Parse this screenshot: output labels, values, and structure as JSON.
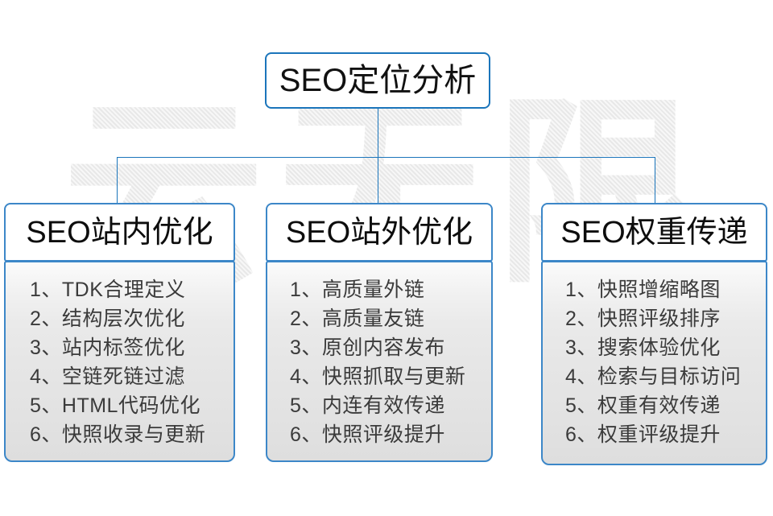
{
  "watermark": {
    "text": "云无限"
  },
  "root": {
    "title": "SEO定位分析"
  },
  "columns": [
    {
      "title": "SEO站内优化",
      "items": [
        "1、TDK合理定义",
        "2、结构层次优化",
        "3、站内标签优化",
        "4、空链死链过滤",
        "5、HTML代码优化",
        "6、快照收录与更新"
      ]
    },
    {
      "title": "SEO站外优化",
      "items": [
        "1、高质量外链",
        "2、高质量友链",
        "3、原创内容发布",
        "4、快照抓取与更新",
        "5、内连有效传递",
        "6、快照评级提升"
      ]
    },
    {
      "title": "SEO权重传递",
      "items": [
        "1、快照增缩略图",
        "2、快照评级排序",
        "3、搜索体验优化",
        "4、检索与目标访问",
        "5、权重有效传递",
        "6、权重评级提升"
      ]
    }
  ],
  "colors": {
    "connector": "#1b75bb",
    "root_border": "#1b75bb",
    "column_border": "#3c87c8",
    "title_text": "#0d0d0d",
    "list_text": "#3b3b3b",
    "canvas_background": "#ffffff",
    "watermark": "#e8e8e8"
  }
}
